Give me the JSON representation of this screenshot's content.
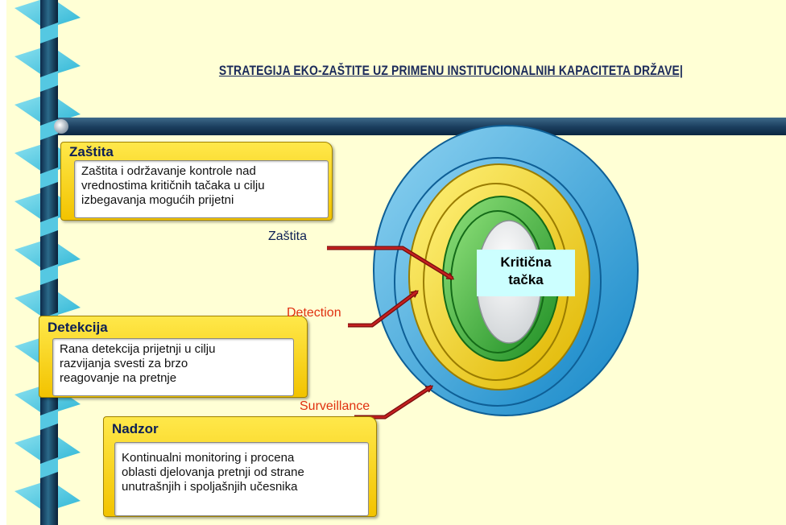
{
  "title": "STRATEGIJA EKO-ZAŠTITE UZ PRIMENU INSTITUCIONALNIH KAPACITETA DRŽAVE|",
  "boxes": [
    {
      "title": "Zaštita",
      "lines": [
        "Zaštita i održavanje kontrole nad",
        "vrednostima kritičnih tačaka u cilju",
        "izbegavanja mogućih prijetni"
      ]
    },
    {
      "title": "Detekcija",
      "lines": [
        "Rana detekcija prijetnji u cilju",
        "razvijanja svesti za brzo",
        "reagovanje na pretnje"
      ]
    },
    {
      "title": "Nadzor",
      "lines": [
        "Kontinualni monitoring i procena",
        "oblasti djelovanja pretnji od strane",
        "unutrašnjih i spoljašnjih učesnika"
      ]
    }
  ],
  "labels": {
    "zastita": "Zaštita",
    "detection": "Detection",
    "surveillance": "Surveillance"
  },
  "core": {
    "line1": "Kritična",
    "line2": "tačka"
  },
  "colors": {
    "background": "#ffffd5",
    "title": "#1b2a5a",
    "outer_ring": "#2aa0d8",
    "middle_ring": "#f3d21a",
    "inner_ring": "#2fa82f",
    "core": "#f4f4f4",
    "arrow": "#b01818",
    "label_dark": "#0d1f55",
    "label_red": "#e03010"
  }
}
